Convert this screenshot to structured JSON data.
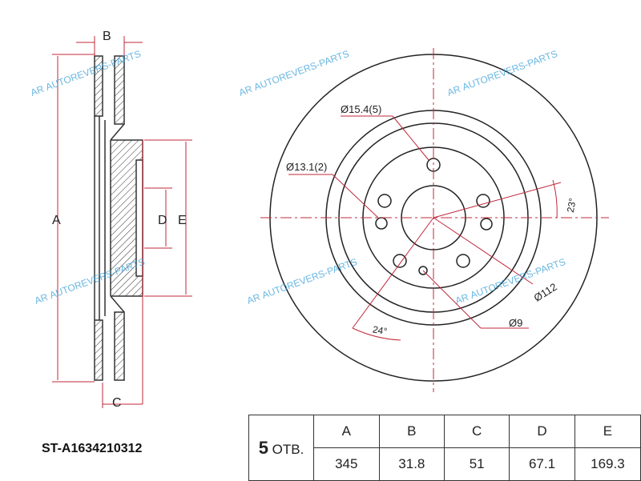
{
  "part_number": "ST-A1634210312",
  "watermark": "AUTOREVERS-PARTS",
  "watermark_logo": "AR",
  "side_view": {
    "labels": {
      "a": "A",
      "b": "B",
      "c": "C",
      "d": "D",
      "e": "E"
    }
  },
  "front_view": {
    "hole_large": "Ø15.4(5)",
    "hole_small": "Ø13.1(2)",
    "angle_1": "23°",
    "angle_2": "24°",
    "pcd": "Ø112",
    "pin": "Ø9"
  },
  "table": {
    "holes_count": "5",
    "holes_unit": "ОТВ.",
    "headers": [
      "A",
      "B",
      "C",
      "D",
      "E"
    ],
    "values": [
      "345",
      "31.8",
      "51",
      "67.1",
      "169.3"
    ]
  },
  "colors": {
    "line": "#222222",
    "dim": "#c0283a",
    "watermark": "#3aa0d8"
  }
}
